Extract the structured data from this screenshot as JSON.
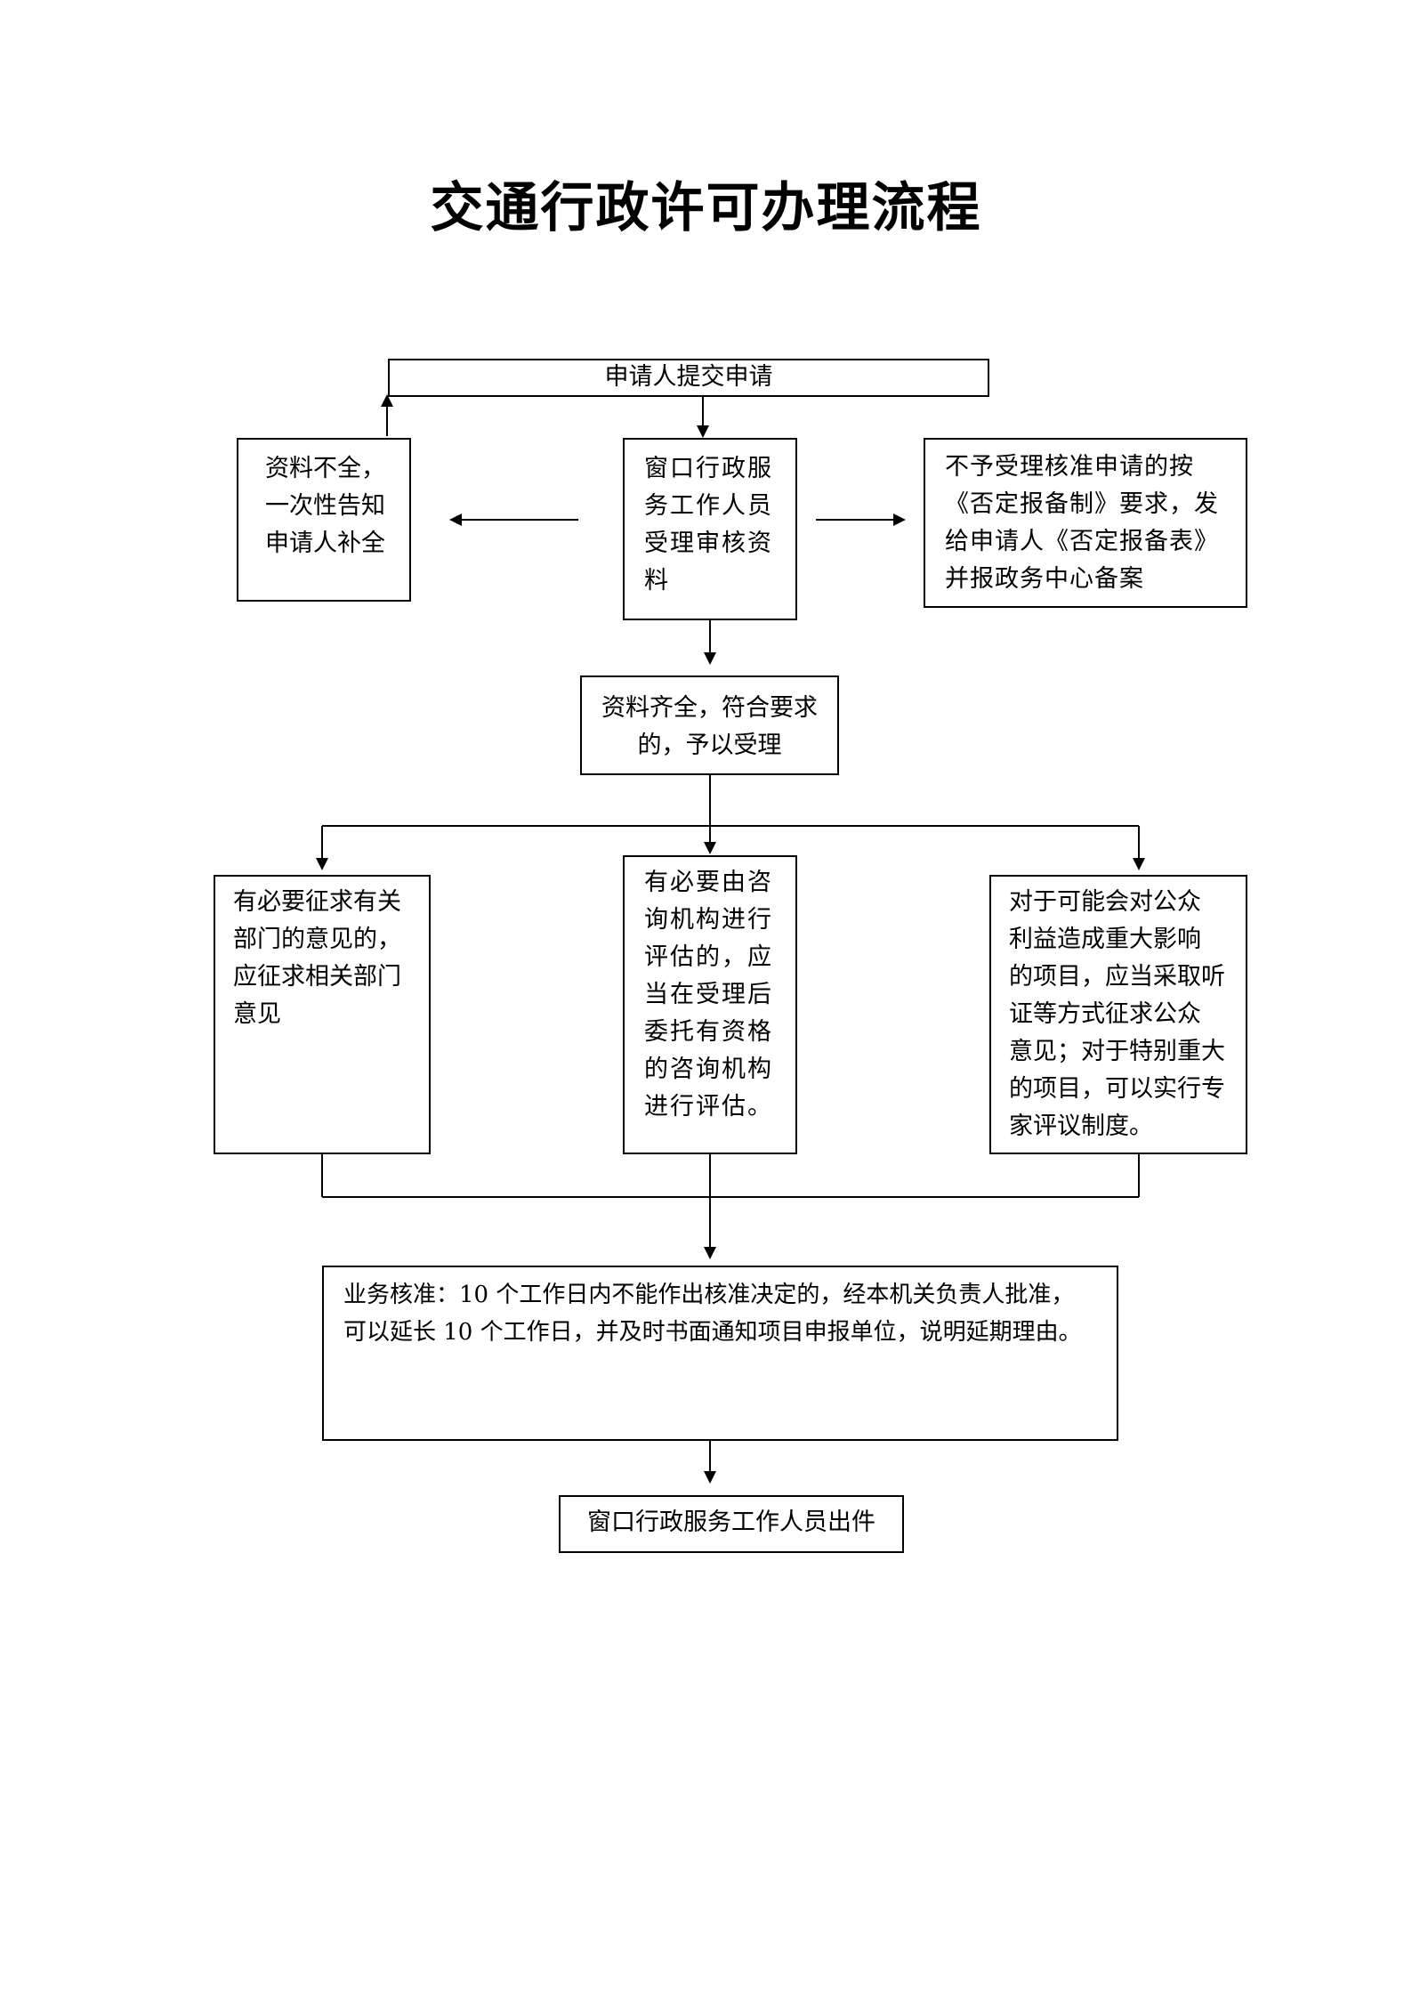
{
  "title": "交通行政许可办理流程",
  "nodes": {
    "submit": "申请人提交申请",
    "window_review": "窗口行政服\n务工作人员\n受理审核资\n料",
    "incomplete": "资料不全，\n一次性告知\n申请人补全",
    "rejected": "不予受理核准申请的按\n《否定报备制》要求，发\n给申请人《否定报备表》\n并报政务中心备案",
    "accepted": "资料齐全，符合要求\n的，予以受理",
    "dept_opinion": "有必要征求有关\n部门的意见的，\n应征求相关部门\n意见",
    "consult": "有必要由咨\n询机构进行\n评估的，应\n当在受理后\n委托有资格\n的咨询机构\n进行评估。",
    "hearing": "对于可能会对公众\n利益造成重大影响\n的项目，应当采取听\n证等方式征求公众\n意见；对于特别重大\n的项目，可以实行专\n家评议制度。",
    "approval": "业务核准：10 个工作日内不能作出核准决定的，经本机关负责人批准，\n可以延长 10 个工作日，并及时书面通知项目申报单位，说明延期理由。",
    "issue": "窗口行政服务工作人员出件"
  }
}
